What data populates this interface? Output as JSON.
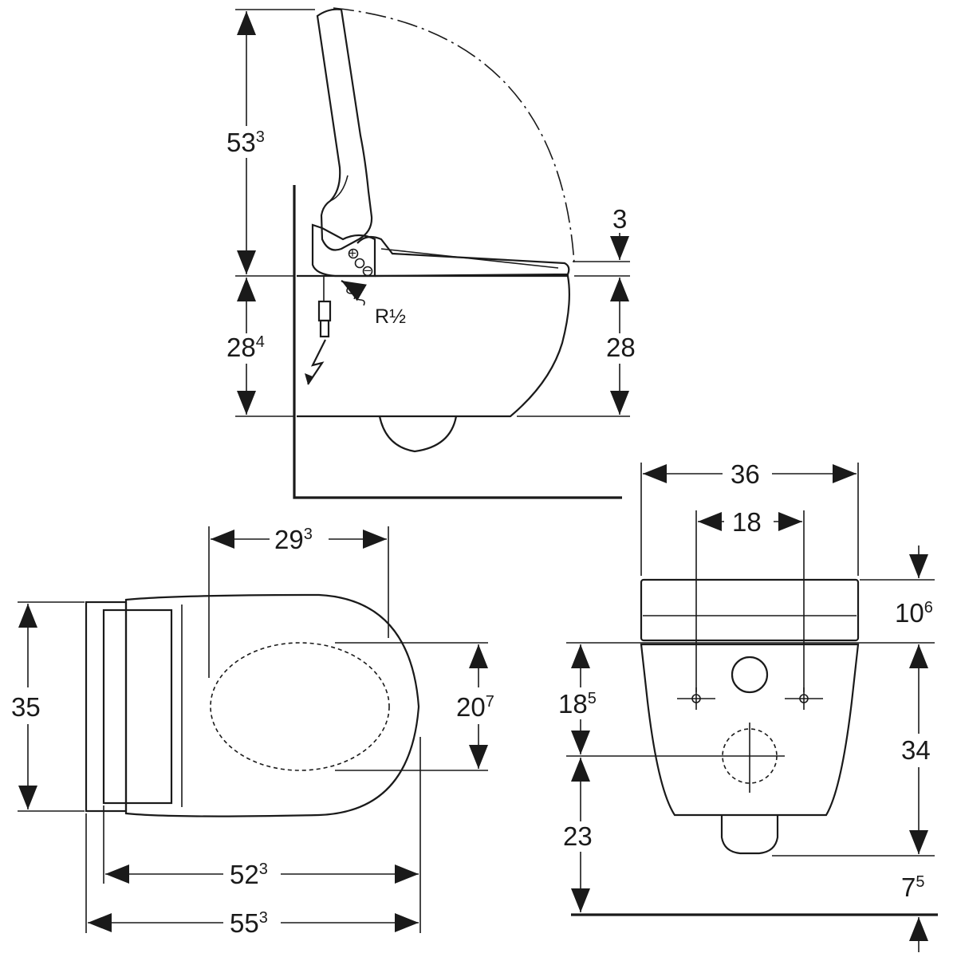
{
  "side_view": {
    "lid_height": {
      "main": "53",
      "sup": "3"
    },
    "bowl_height_wall": {
      "main": "28",
      "sup": "4"
    },
    "bowl_height": "28",
    "seat_gap": "3",
    "water_connection": {
      "main": "R",
      "frac": "½"
    },
    "panel_buttons": [
      "+",
      "−"
    ]
  },
  "top_view": {
    "seat_opening_length": {
      "main": "29",
      "sup": "3"
    },
    "seat_opening_width": {
      "main": "20",
      "sup": "7"
    },
    "total_width": "35",
    "bowl_length": {
      "main": "52",
      "sup": "3"
    },
    "total_length": {
      "main": "55",
      "sup": "3"
    }
  },
  "front_view": {
    "width": "36",
    "fixing_spacing": "18",
    "seat_thickness": {
      "main": "10",
      "sup": "6"
    },
    "fixing_height": {
      "main": "18",
      "sup": "5"
    },
    "bowl_depth": "34",
    "outlet_height": "23",
    "clearance": {
      "main": "7",
      "sup": "5"
    }
  }
}
